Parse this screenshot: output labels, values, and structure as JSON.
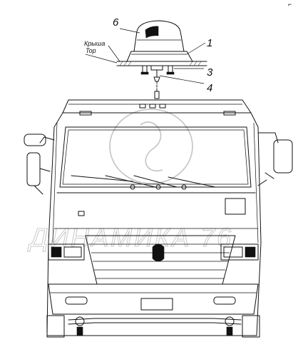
{
  "diagram": {
    "callouts": [
      {
        "id": "callout-6",
        "text": "6"
      },
      {
        "id": "callout-1",
        "text": "1"
      },
      {
        "id": "callout-3",
        "text": "3"
      },
      {
        "id": "callout-4",
        "text": "4"
      }
    ],
    "roof_label": {
      "line1": "Крыша",
      "line2": "Top"
    },
    "watermark": "ДИНАМИКА 76",
    "corner_mark": "⌐"
  }
}
